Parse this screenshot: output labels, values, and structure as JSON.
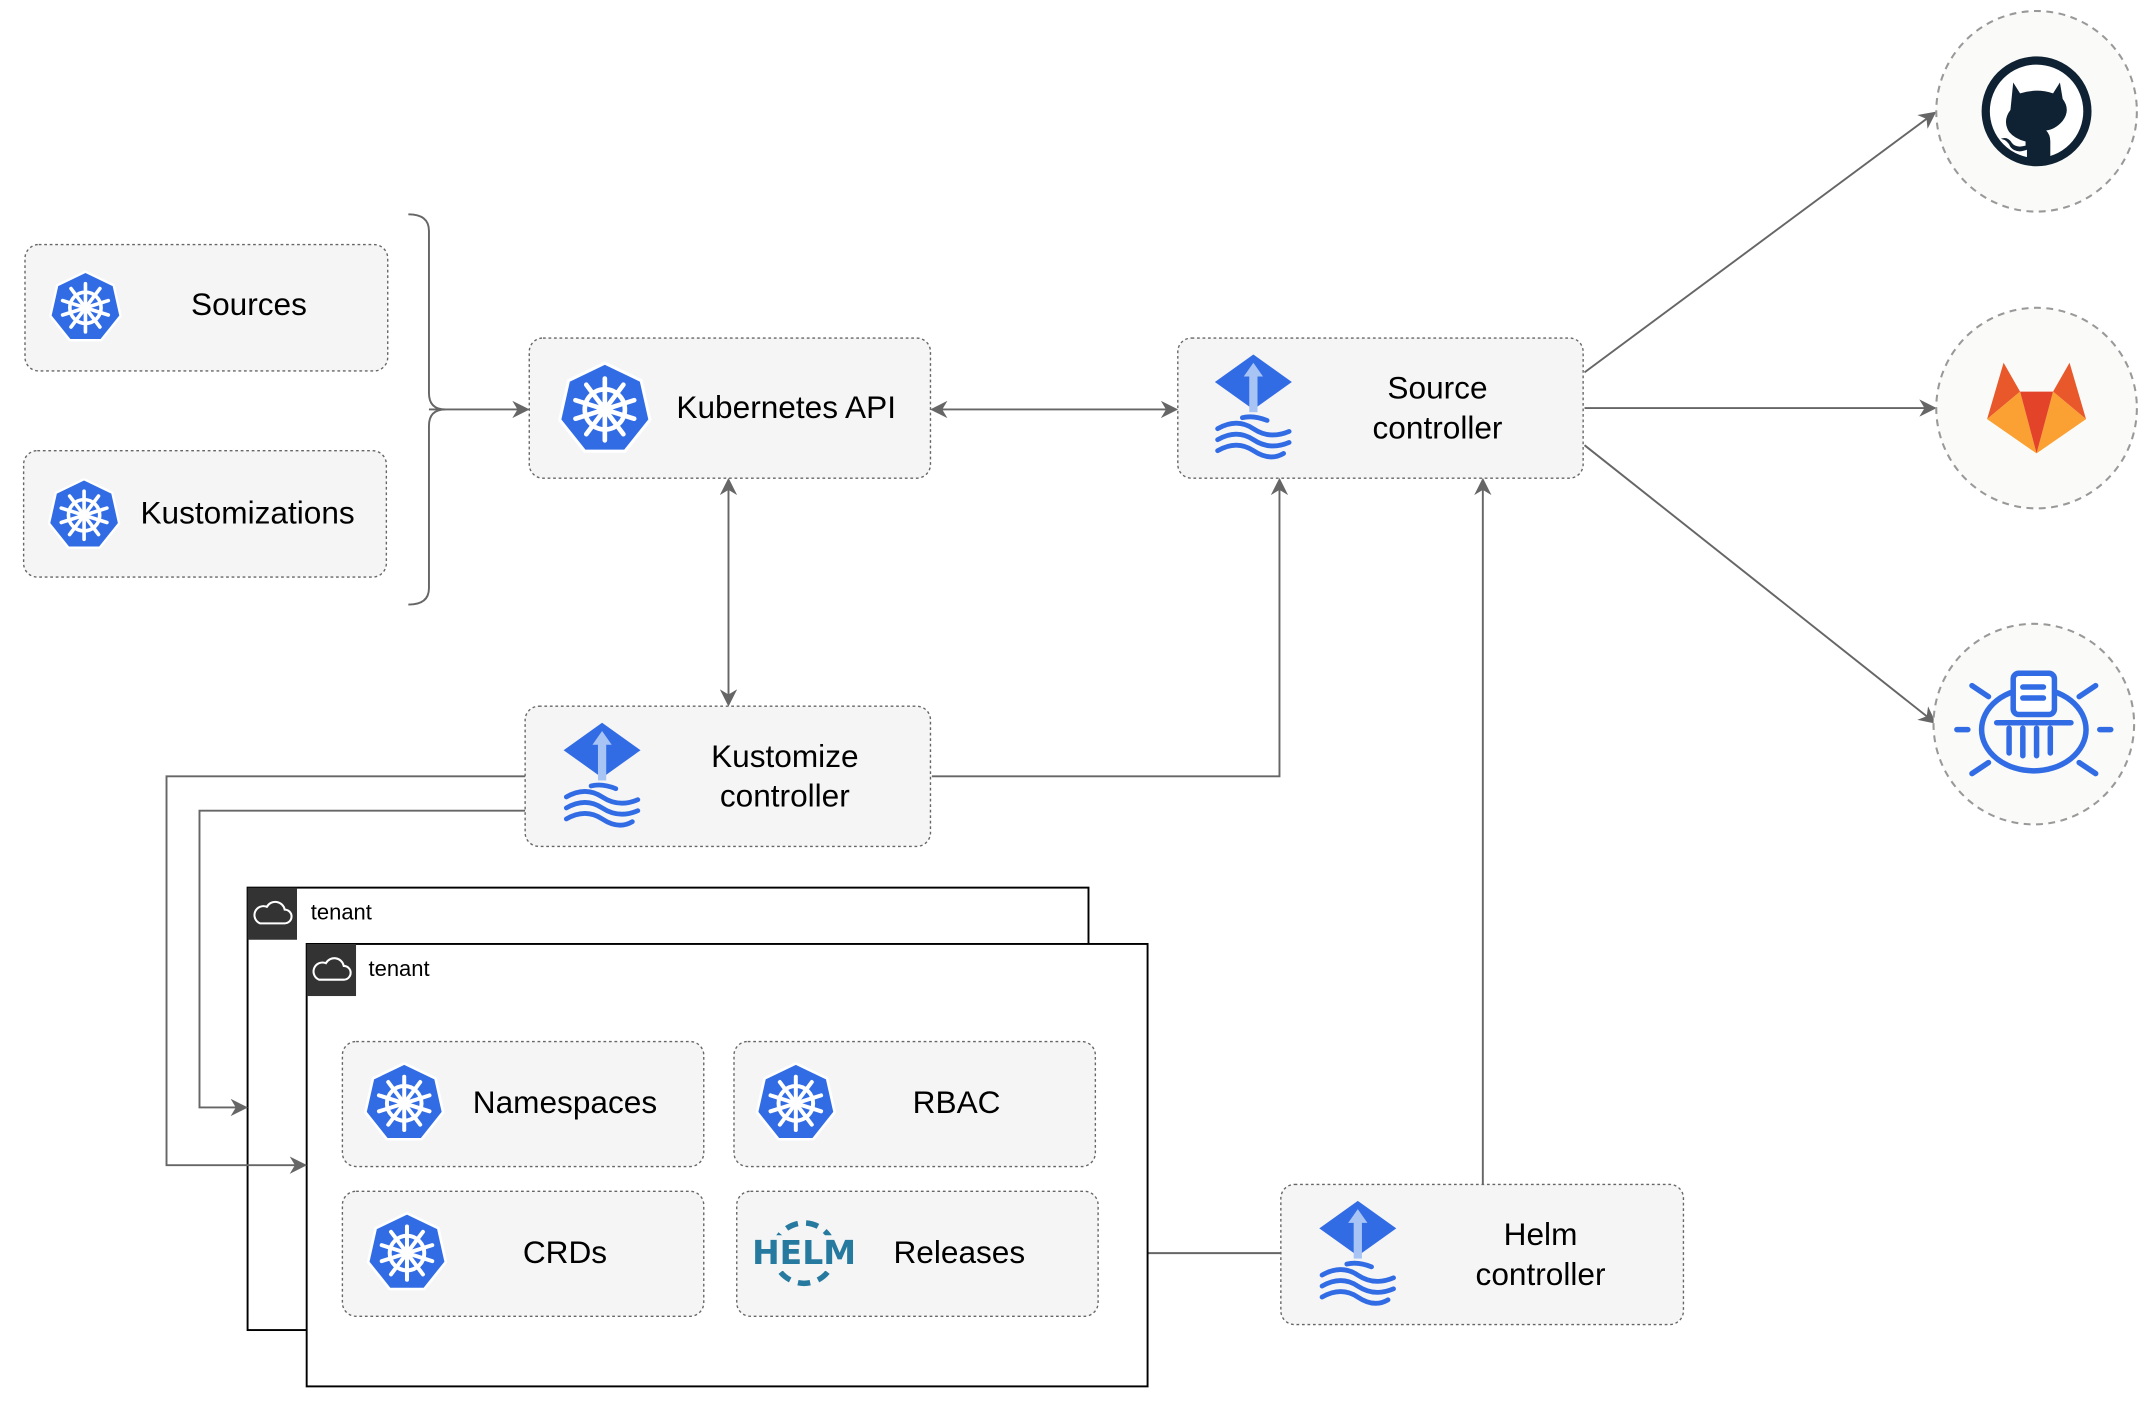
{
  "colors": {
    "kubernetes_blue": "#326ce5",
    "flux_blue": "#326ce5",
    "helm_blue": "#277a9f",
    "github_dark": "#0f2233",
    "gitlab_orange": "#e8582b",
    "gitlab_yellow": "#fba032",
    "edge_gray": "#666666",
    "box_fill": "#f5f5f5"
  },
  "resources": [
    {
      "label": "Sources",
      "icon": "kubernetes-icon"
    },
    {
      "label": "Kustomizations",
      "icon": "kubernetes-icon"
    }
  ],
  "kubernetes_api": {
    "label": "Kubernetes API",
    "icon": "kubernetes-icon"
  },
  "source_controller": {
    "line1": "Source",
    "line2": "controller",
    "icon": "flux-icon"
  },
  "kustomize_controller": {
    "line1": "Kustomize",
    "line2": "controller",
    "icon": "flux-icon"
  },
  "helm_controller": {
    "line1": "Helm",
    "line2": "controller",
    "icon": "flux-icon"
  },
  "external_sources": [
    {
      "icon": "github-icon"
    },
    {
      "icon": "gitlab-icon"
    },
    {
      "icon": "bucket-icon"
    }
  ],
  "tenants": [
    {
      "label": "tenant",
      "icon": "cloud-icon"
    },
    {
      "label": "tenant",
      "icon": "cloud-icon"
    }
  ],
  "tenant_resources": [
    {
      "label": "Namespaces",
      "icon": "kubernetes-icon"
    },
    {
      "label": "RBAC",
      "icon": "kubernetes-icon"
    },
    {
      "label": "CRDs",
      "icon": "kubernetes-icon"
    },
    {
      "label": "Releases",
      "icon": "helm-icon",
      "icon_text": "HELM"
    }
  ]
}
